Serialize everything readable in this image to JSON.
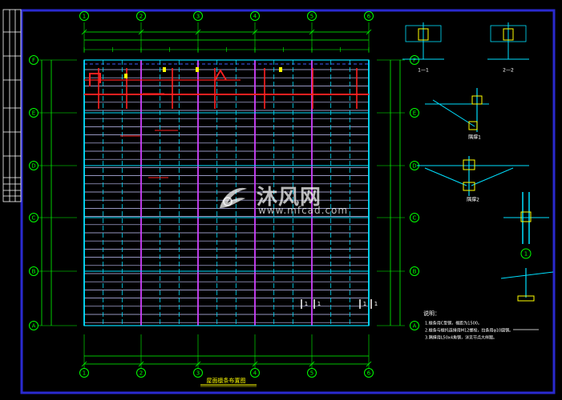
{
  "drawing": {
    "column_axes": [
      "1",
      "2",
      "3",
      "4",
      "5",
      "6"
    ],
    "row_axes_top_to_bottom": [
      "F",
      "E",
      "D",
      "C",
      "B",
      "A"
    ],
    "plan_title": "屋面檩条布置图",
    "detail_labels": [
      "1—1",
      "2—2",
      "隅撑1",
      "隅撑2",
      "1"
    ],
    "section_markers": [
      "1",
      "1",
      "1",
      "1"
    ],
    "notes_title": "说明：",
    "notes": [
      "1.檩条用C型钢，檩距为1500。",
      "2.檩条与檩托连接用M12螺栓，拉条用φ10圆钢。",
      "3.隅撑用L50x4角钢，详见节点大样图。"
    ],
    "colors": {
      "border": "#2a2ad0",
      "frame": "#ffffff",
      "dim": "#00ff00",
      "grid": "#00e0ff",
      "beam": "#d040ff",
      "brace": "#ff2020",
      "purlin": "#c8c8ff",
      "text_yellow": "#ffff00"
    }
  },
  "watermark": {
    "brand_cn": "沐风网",
    "brand_en": "www.mfcad.com",
    "logo_icon": "wind-logo-icon"
  }
}
